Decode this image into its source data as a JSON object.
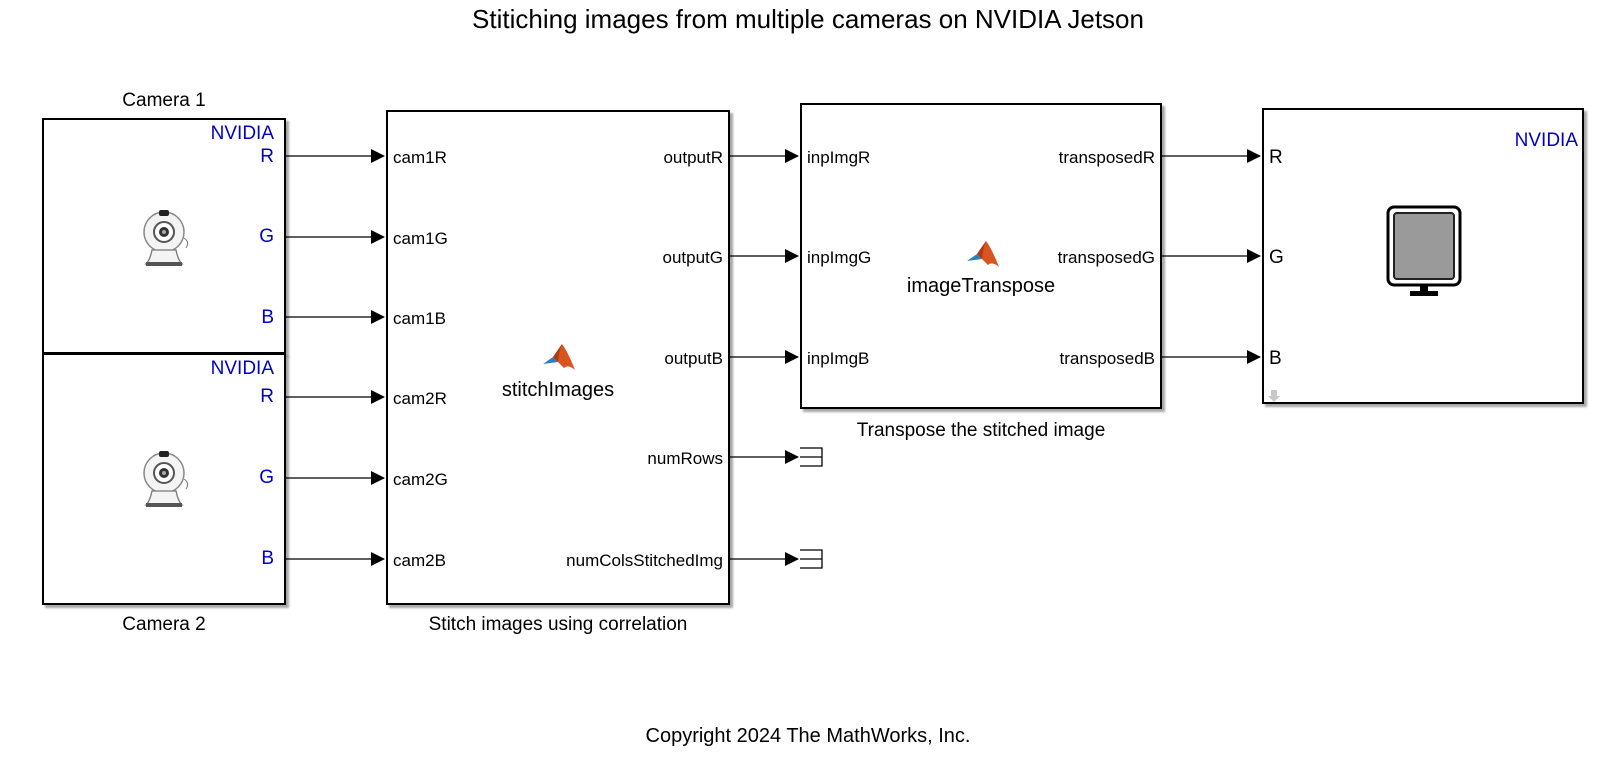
{
  "title": "Stitiching images from multiple cameras on NVIDIA Jetson",
  "copyright": "Copyright 2024 The MathWorks, Inc.",
  "camera1": {
    "caption": "Camera 1",
    "brand": "NVIDIA",
    "ports": [
      "R",
      "G",
      "B"
    ],
    "icon": "webcam-icon"
  },
  "camera2": {
    "caption": "Camera 2",
    "brand": "NVIDIA",
    "ports": [
      "R",
      "G",
      "B"
    ],
    "icon": "webcam-icon"
  },
  "stitch_block": {
    "name": "stitchImages",
    "caption": "Stitch images using correlation",
    "icon": "matlab-function-icon",
    "inputs": [
      "cam1R",
      "cam1G",
      "cam1B",
      "cam2R",
      "cam2G",
      "cam2B"
    ],
    "outputs": [
      "outputR",
      "outputG",
      "outputB",
      "numRows",
      "numColsStitchedImg"
    ]
  },
  "transpose_block": {
    "name": "imageTranspose",
    "caption": "Transpose the stitched image",
    "icon": "matlab-function-icon",
    "inputs": [
      "inpImgR",
      "inpImgG",
      "inpImgB"
    ],
    "outputs": [
      "transposedR",
      "transposedG",
      "transposedB"
    ]
  },
  "display_block": {
    "brand": "NVIDIA",
    "ports": [
      "R",
      "G",
      "B"
    ],
    "icon": "monitor-icon"
  },
  "terminators": [
    "terminator-numRows",
    "terminator-numColsStitchedImg"
  ],
  "colors": {
    "line": "#000000",
    "brand_text": "#0000c8",
    "matlab_orange": "#d9541e",
    "matlab_blue": "#2a7fc0"
  }
}
